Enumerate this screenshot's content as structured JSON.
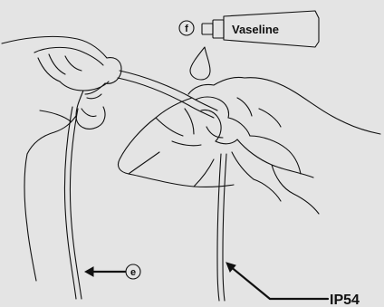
{
  "labels": {
    "tube_text": "Vaseline",
    "callout_f": "f",
    "callout_e": "e",
    "rating": "IP54"
  },
  "colors": {
    "background": "#e4e4e4",
    "ink": "#111111"
  }
}
